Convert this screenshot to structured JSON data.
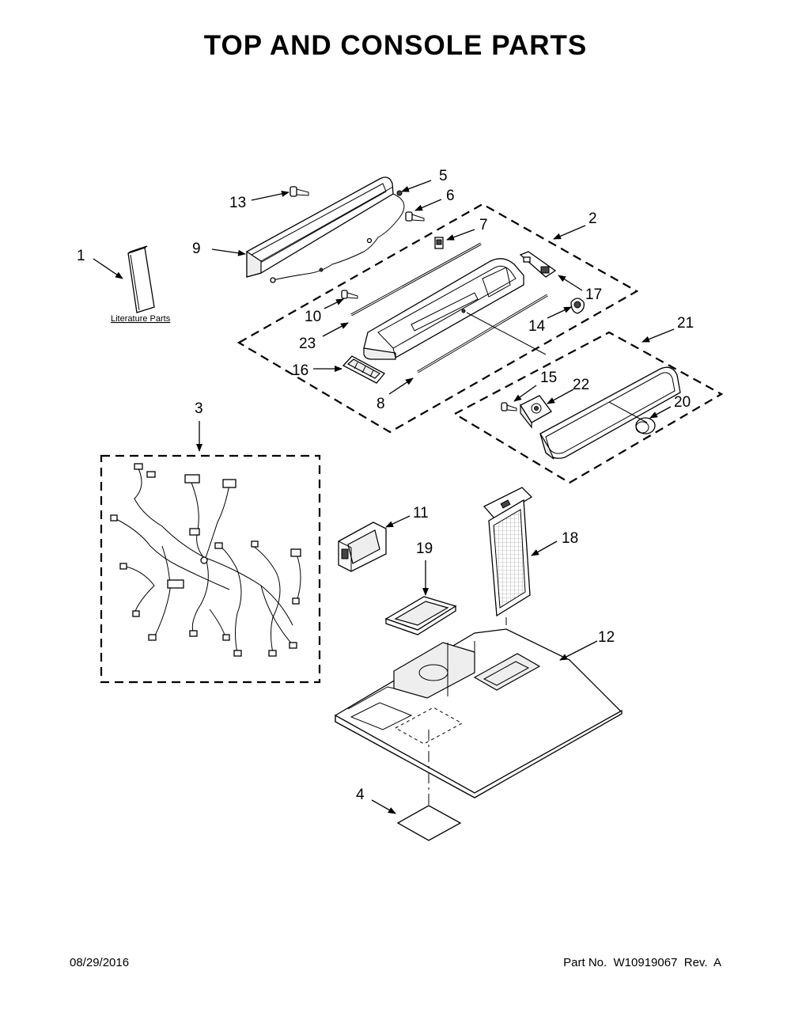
{
  "title": "TOP AND CONSOLE PARTS",
  "literature_label": "Literature Parts",
  "callouts": {
    "c1": "1",
    "c2": "2",
    "c3": "3",
    "c4": "4",
    "c5": "5",
    "c6": "6",
    "c7": "7",
    "c8": "8",
    "c9": "9",
    "c10": "10",
    "c11": "11",
    "c12": "12",
    "c13": "13",
    "c14": "14",
    "c15": "15",
    "c16": "16",
    "c17": "17",
    "c18": "18",
    "c19": "19",
    "c20": "20",
    "c21": "21",
    "c22": "22",
    "c23": "23"
  },
  "footer": {
    "date": "08/29/2016",
    "part_number": "Part No.  W10919067  Rev.  A"
  }
}
